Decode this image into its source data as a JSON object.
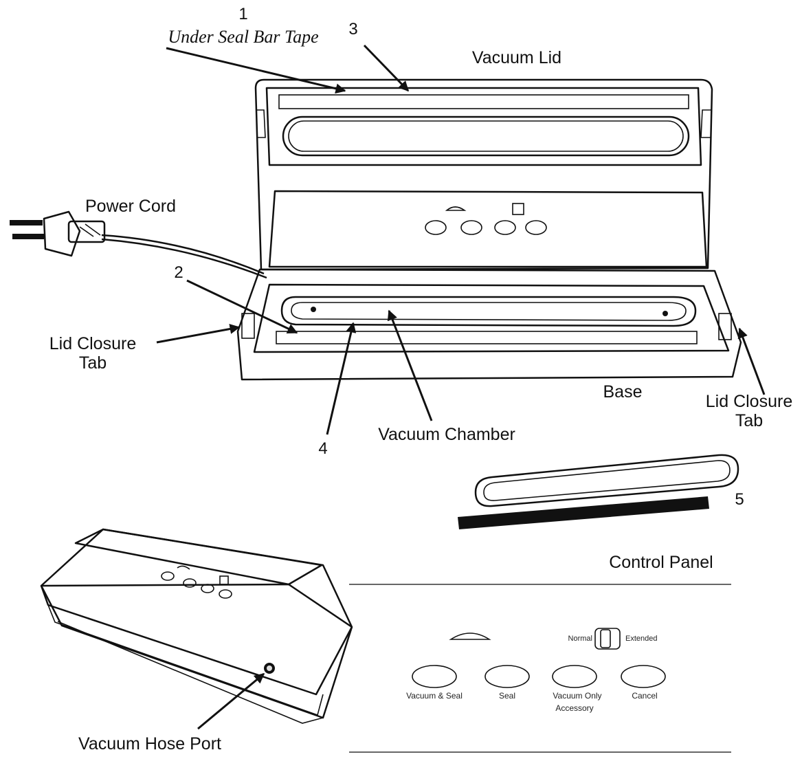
{
  "callouts": {
    "n1": "1",
    "under_seal_bar_tape": "Under Seal Bar Tape",
    "n3": "3",
    "vacuum_lid": "Vacuum Lid",
    "power_cord": "Power Cord",
    "n2": "2",
    "lid_closure_tab_left_line1": "Lid Closure",
    "lid_closure_tab_left_line2": "Tab",
    "base": "Base",
    "lid_closure_tab_right_line1": "Lid Closure",
    "lid_closure_tab_right_line2": "Tab",
    "n4": "4",
    "vacuum_chamber": "Vacuum Chamber",
    "n5": "5",
    "vacuum_hose_port": "Vacuum Hose Port"
  },
  "control_panel": {
    "title": "Control Panel",
    "switch_normal": "Normal",
    "switch_extended": "Extended",
    "btn_vacuum_seal": "Vacuum & Seal",
    "btn_seal": "Seal",
    "btn_vacuum_only": "Vacuum Only",
    "btn_vacuum_only_sub": "Accessory",
    "btn_cancel": "Cancel"
  }
}
